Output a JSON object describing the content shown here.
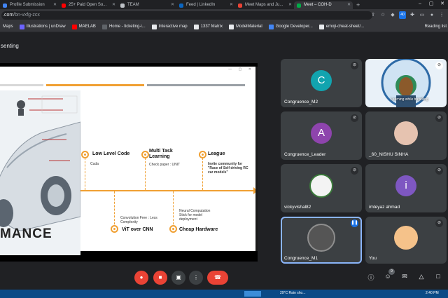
{
  "browser": {
    "tabs": [
      {
        "label": "Profile Submission",
        "favicon_color": "#4285f4",
        "active": false
      },
      {
        "label": "25+ Paid Open So...",
        "favicon_color": "#ff0000",
        "active": false
      },
      {
        "label": "TEAM",
        "favicon_color": "#bdc1c6",
        "active": false
      },
      {
        "label": "Feed | LinkedIn",
        "favicon_color": "#0a66c2",
        "active": false
      },
      {
        "label": "Meet Maps and Ju...",
        "favicon_color": "#ea4335",
        "active": false
      },
      {
        "label": "Meet – COH-D",
        "favicon_color": "#00ac47",
        "active": true
      }
    ],
    "new_tab": "+",
    "window_controls": [
      "–",
      "▢",
      "✕"
    ],
    "url_prefix": ".com",
    "url_path": "/bn-vxfg-zcx",
    "toolbar_badge": "40"
  },
  "bookmarks": [
    {
      "label": "Maps",
      "color": "#34a853"
    },
    {
      "label": "Illustrations | unDraw",
      "color": "#6c63ff"
    },
    {
      "label": "MAELAB",
      "color": "#ff0000"
    },
    {
      "label": "Home - ticketing-i...",
      "color": "#5f6368"
    },
    {
      "label": "Interactive map",
      "color": "#e8eaed"
    },
    {
      "label": "1337 Matrix",
      "color": "#e8eaed"
    },
    {
      "label": "ModelMaterial",
      "color": "#e8eaed"
    },
    {
      "label": "Google Developer...",
      "color": "#4285f4"
    },
    {
      "label": "emoji-cheat-sheet/...",
      "color": "#e8eaed"
    }
  ],
  "reading_list": "Reading list",
  "meet": {
    "presenting_label": "senting"
  },
  "slide": {
    "milestones": [
      {
        "title": "Low Level Code",
        "sub": "Cuda"
      },
      {
        "title": "Multi Task\nLearning",
        "sub": "Check paper : UNIT"
      },
      {
        "title": "League",
        "sub": "Invite community for\n\"Race of Self driving RC\ncar models\""
      },
      {
        "title": "ViT over CNN",
        "sub": "Convolution Free : Less\nComplexity"
      },
      {
        "title": "Cheap Hardware",
        "sub": "Neural Computation\nStick for model\ndeployment"
      }
    ],
    "big_text": "MANCE",
    "bar_colors": [
      "#d8d8d8",
      "#f0a033",
      "#9aa0a6"
    ]
  },
  "participants": [
    {
      "name": "Congruence_M2",
      "initial": "C",
      "color": "#12a4af",
      "muted": true,
      "kind": "avatar"
    },
    {
      "name": "Learning while travelling",
      "initial": "",
      "color": "#8ab4d8",
      "muted": false,
      "kind": "video"
    },
    {
      "name": "Congruence_Leader",
      "initial": "A",
      "color": "#8e44ad",
      "muted": true,
      "kind": "avatar"
    },
    {
      "name": "_60_NISHU SINHA",
      "initial": "",
      "color": "#e6c3b0",
      "muted": true,
      "kind": "photo"
    },
    {
      "name": "vickyvishal82",
      "initial": "",
      "color": "#f3f3f3",
      "muted": true,
      "kind": "logo"
    },
    {
      "name": "imteyaz ahmad",
      "initial": "i",
      "color": "#7e57c2",
      "muted": true,
      "kind": "avatar"
    },
    {
      "name": "Congruence_M1",
      "initial": "",
      "color": "#555",
      "muted": false,
      "kind": "photo"
    },
    {
      "name": "You",
      "initial": "",
      "color": "#f5c28a",
      "muted": true,
      "kind": "photo"
    }
  ],
  "controls": {
    "mic_icon": "●",
    "cam_icon": "■",
    "present_icon": "▣",
    "more_icon": "⋮",
    "end_icon": "☎",
    "participant_count": "9",
    "right_icons": [
      "ⓘ",
      "☺",
      "✉",
      "△",
      "□"
    ]
  },
  "taskbar": {
    "weather": "29°C  Rain sho...",
    "time": "2:40 PM"
  }
}
